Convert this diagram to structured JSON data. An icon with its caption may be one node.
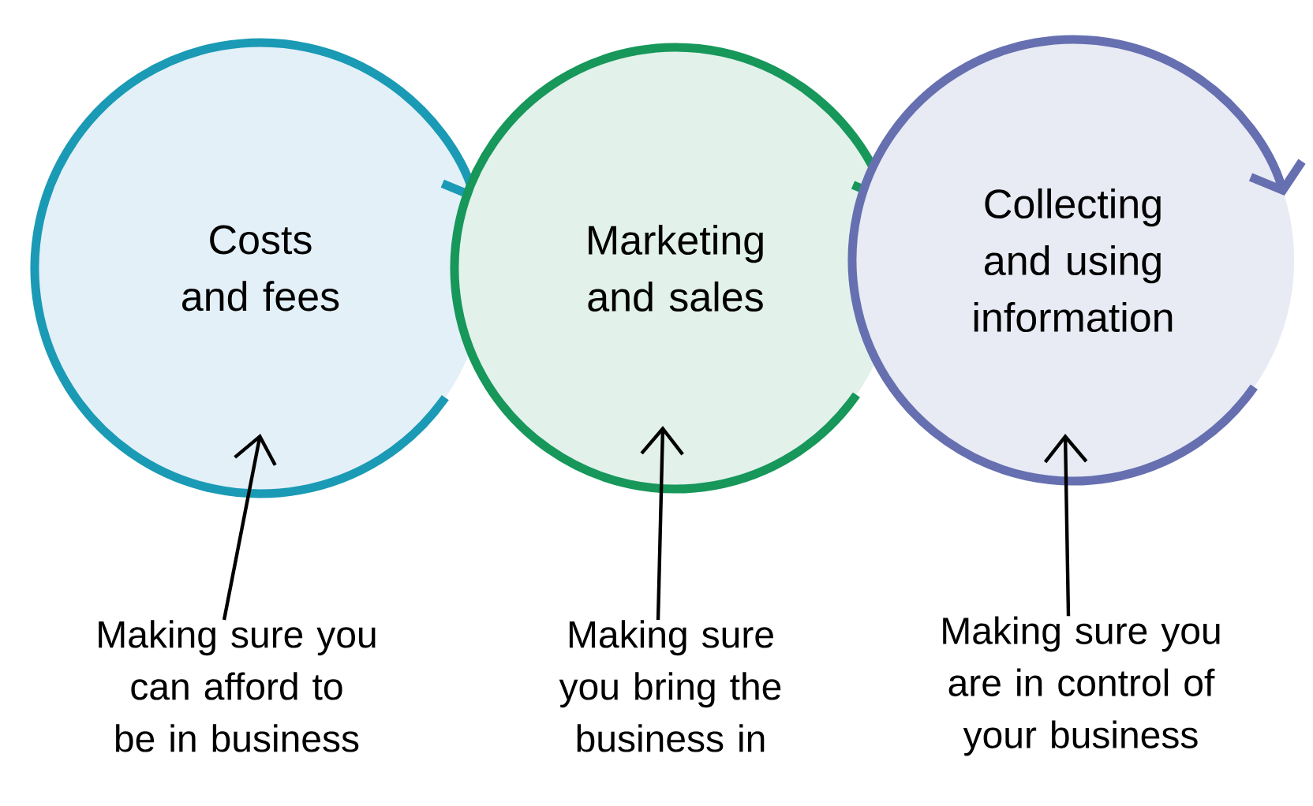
{
  "diagram": {
    "nodes": [
      {
        "text": [
          "Costs and fees"
        ]
      },
      {
        "text": [
          "Marketing and sales"
        ]
      },
      {
        "text": [
          "Collecting and using information"
        ]
      },
      {
        "text": [
          "Making sure you can afford to be in business"
        ]
      },
      {
        "text": [
          "Making sure you bring the business in"
        ]
      },
      {
        "text": [
          "Making sure you are in control of your business"
        ]
      }
    ],
    "edges": [
      {
        "from": 3,
        "to": 0,
        "arrow": "to"
      },
      {
        "from": 4,
        "to": 1,
        "arrow": "to"
      },
      {
        "from": 5,
        "to": 2,
        "arrow": "to"
      }
    ]
  }
}
